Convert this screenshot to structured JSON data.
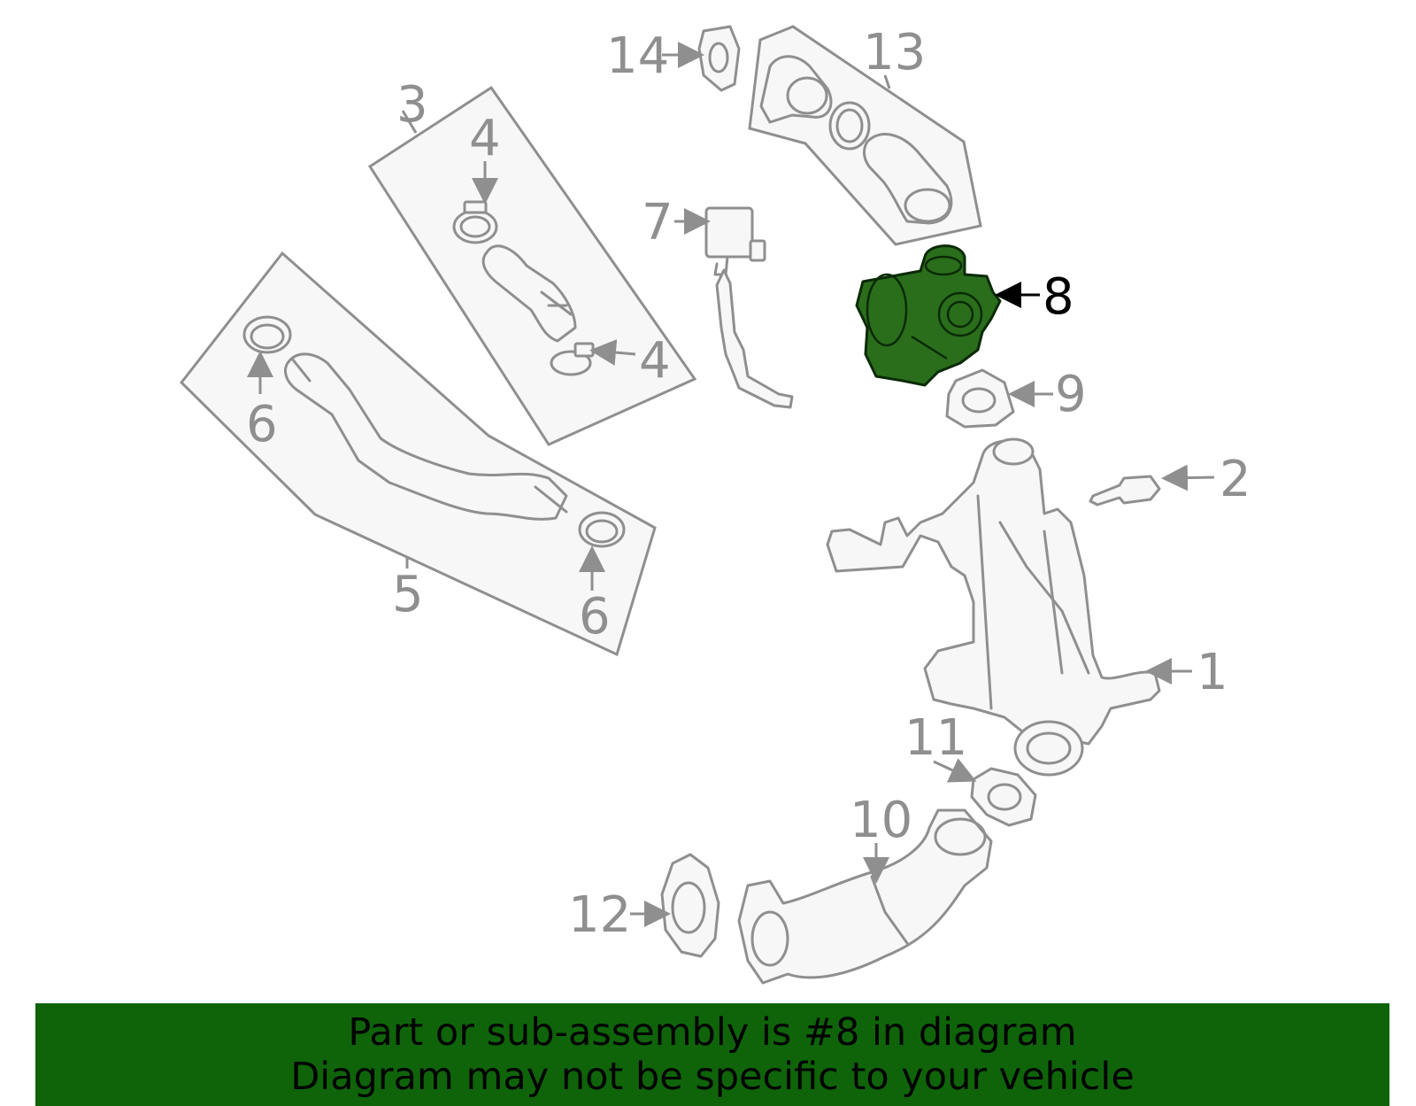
{
  "callouts": {
    "c1": "1",
    "c2": "2",
    "c3": "3",
    "c4a": "4",
    "c4b": "4",
    "c5": "5",
    "c6a": "6",
    "c6b": "6",
    "c7": "7",
    "c8": "8",
    "c9": "9",
    "c10": "10",
    "c11": "11",
    "c12": "12",
    "c13": "13",
    "c14": "14"
  },
  "highlight_part": "8",
  "colors": {
    "highlight_fill": "#2a6e1b",
    "banner_bg": "#0f640a",
    "line_gray": "#8f8f8f"
  },
  "banner": {
    "line1": "Part or sub-assembly is #8 in diagram",
    "line2": "Diagram may not be specific to your vehicle"
  }
}
